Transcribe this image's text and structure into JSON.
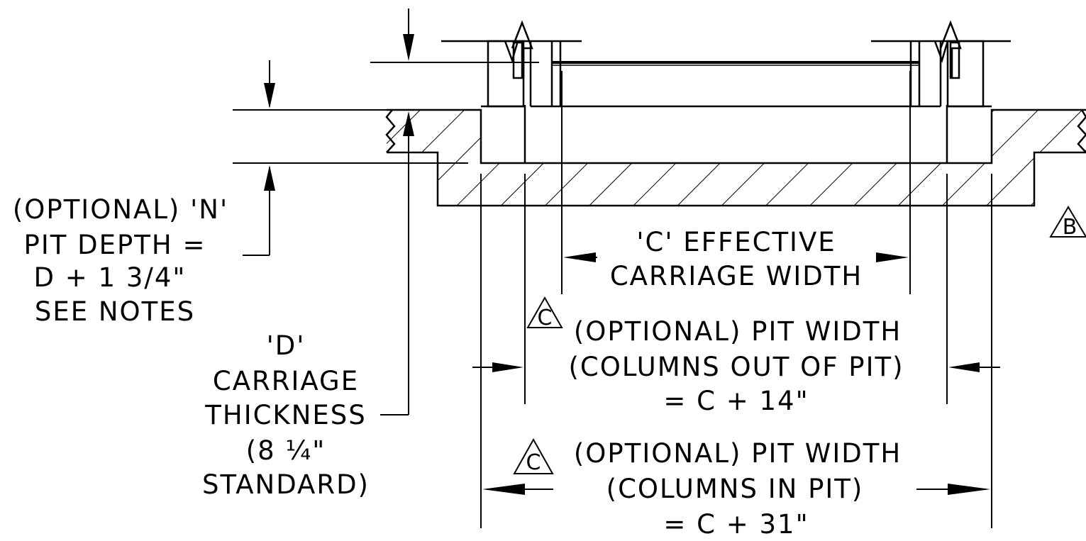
{
  "labels": {
    "pit_depth": [
      "(OPTIONAL) 'N'",
      "PIT DEPTH =",
      "D + 1 3/4\"",
      "SEE NOTES"
    ],
    "carriage_thickness": [
      "'D'",
      "CARRIAGE",
      "THICKNESS",
      "(8 ¼\"",
      "STANDARD)"
    ],
    "effective_width": [
      "'C' EFFECTIVE",
      "CARRIAGE WIDTH"
    ],
    "pit_width_out": [
      "(OPTIONAL) PIT WIDTH",
      "(COLUMNS OUT OF PIT)",
      "= C + 14\""
    ],
    "pit_width_in": [
      "(OPTIONAL) PIT WIDTH",
      "(COLUMNS IN PIT)",
      "= C + 31\""
    ]
  },
  "revision_markers": {
    "top": "C",
    "bottom": "C",
    "right": "B"
  }
}
